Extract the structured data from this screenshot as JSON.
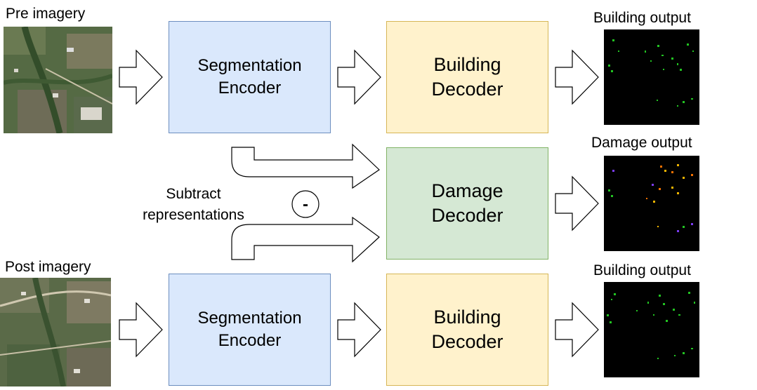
{
  "labels": {
    "pre_imagery": "Pre imagery",
    "post_imagery": "Post imagery",
    "building_output_top": "Building output",
    "damage_output": "Damage output",
    "building_output_bottom": "Building output",
    "subtract_line1": "Subtract",
    "subtract_line2": "representations",
    "minus": "-"
  },
  "blocks": {
    "encoder_top": {
      "line1": "Segmentation",
      "line2": "Encoder"
    },
    "encoder_bottom": {
      "line1": "Segmentation",
      "line2": "Encoder"
    },
    "building_decoder_top": {
      "line1": "Building",
      "line2": "Decoder"
    },
    "damage_decoder": {
      "line1": "Damage",
      "line2": "Decoder"
    },
    "building_decoder_bottom": {
      "line1": "Building",
      "line2": "Decoder"
    }
  },
  "colors": {
    "encoder_fill": "#dae8fc",
    "encoder_stroke": "#6c8ebf",
    "building_decoder_fill": "#fff2cc",
    "building_decoder_stroke": "#d6b656",
    "damage_decoder_fill": "#d5e8d4",
    "damage_decoder_stroke": "#82b366",
    "output_background": "#000000",
    "building_pixels": "#22c322",
    "damage_pixels_minor": "#f0b400",
    "damage_pixels_major": "#f07000",
    "damage_pixels_destroyed": "#7a3cf0",
    "satellite_field": "#4f6840"
  }
}
